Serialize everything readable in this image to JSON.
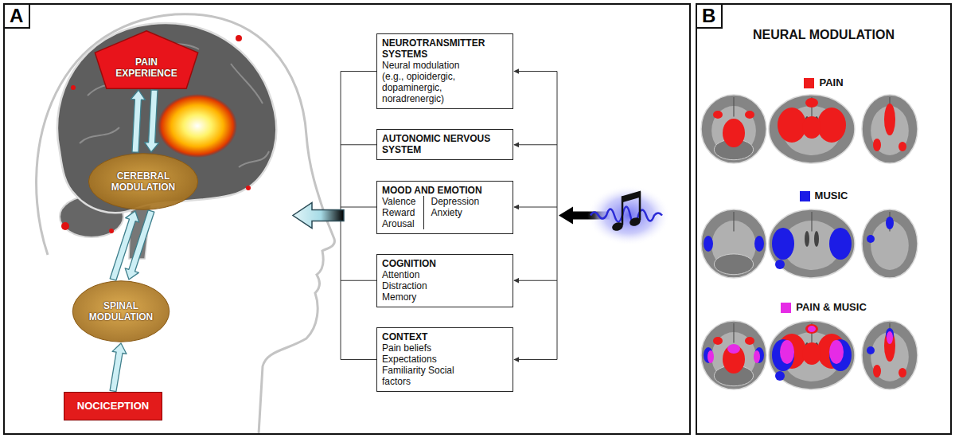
{
  "diagram": {
    "nodes": [
      {
        "text": [
          "A"
        ]
      },
      {
        "text": [
          "PAIN EXPERIENCE"
        ],
        "in": 0
      },
      {
        "text": [
          "CEREBRAL MODULATION"
        ],
        "in": 0
      },
      {
        "text": [
          "SPINAL MODULATION"
        ],
        "in": 0
      },
      {
        "text": [
          "NOCICEPTION"
        ],
        "in": 0
      },
      {
        "text": [
          "NEUROTRANSMITTER SYSTEMS",
          "Neural modulation (e.g., opioidergic, dopaminergic, noradrenergic)"
        ],
        "in": 0
      },
      {
        "text": [
          "AUTONOMIC NERVOUS SYSTEM"
        ],
        "in": 0
      },
      {
        "text": [
          "MOOD AND EMOTION",
          "Valence Reward Arousal",
          "Depression Anxiety"
        ],
        "in": 0
      },
      {
        "text": [
          "COGNITION",
          "Attention Distraction Memory"
        ],
        "in": 0
      },
      {
        "text": [
          "CONTEXT",
          "Pain beliefs Expectations Familiarity Social factors"
        ],
        "in": 0
      },
      {
        "text": [
          "B",
          "NEURAL MODULATION"
        ]
      }
    ],
    "edges": [
      {
        "from": 2,
        "to": 1,
        "arrow": "to"
      },
      {
        "from": 1,
        "to": 2,
        "arrow": "to"
      },
      {
        "from": 3,
        "to": 2,
        "arrow": "to"
      },
      {
        "from": 2,
        "to": 3,
        "arrow": "to"
      },
      {
        "from": 4,
        "to": 3,
        "arrow": "to"
      }
    ],
    "legend": [
      {
        "text": "PAIN",
        "color": "#ee1c1c"
      },
      {
        "text": "MUSIC",
        "color": "#1c1ce6"
      },
      {
        "text": "PAIN & MUSIC",
        "color": "#e62be6"
      }
    ]
  }
}
